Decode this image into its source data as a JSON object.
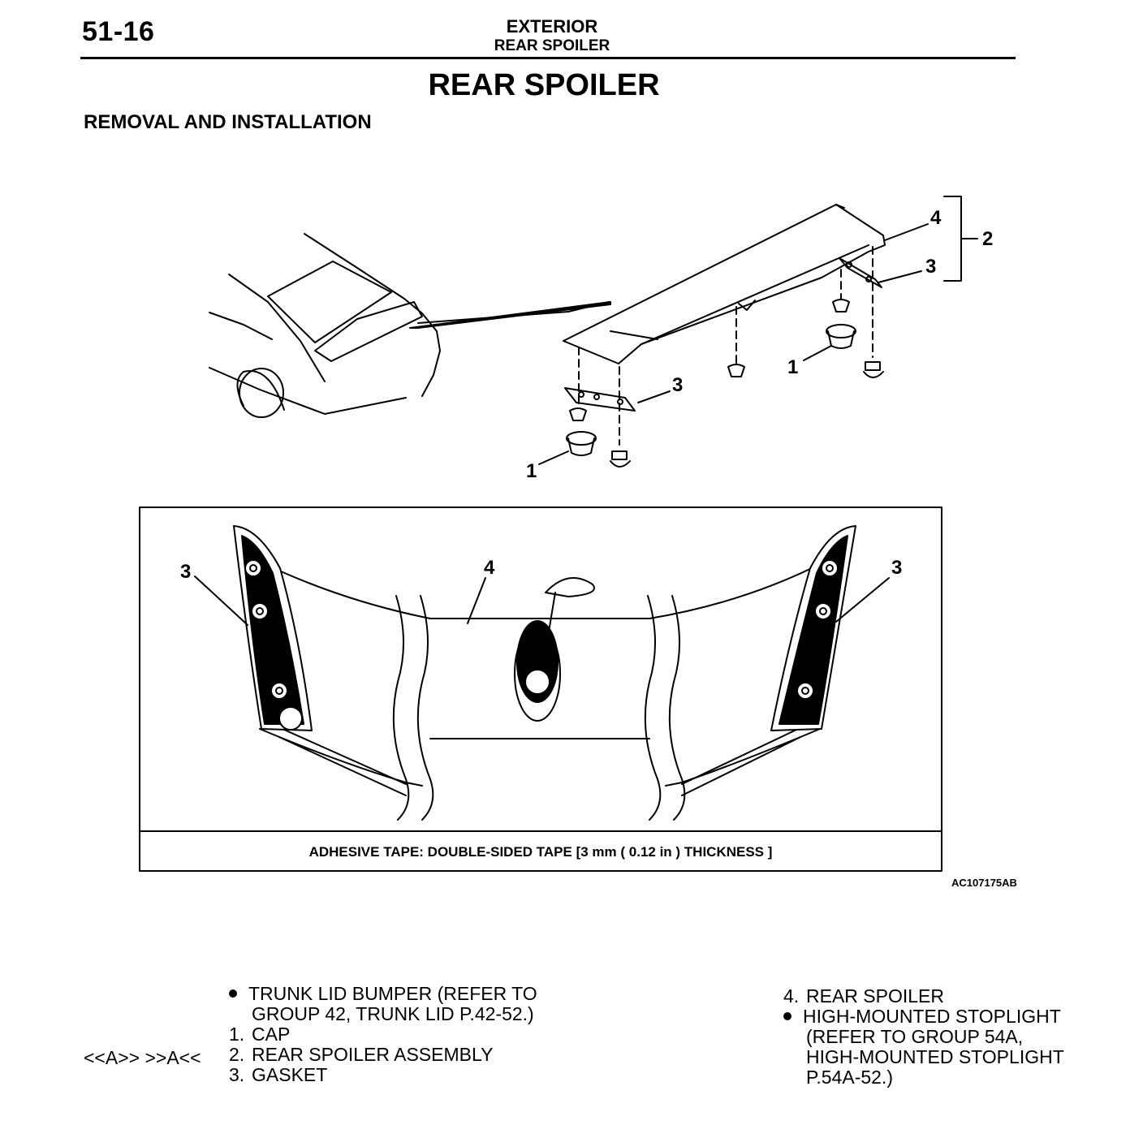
{
  "header": {
    "page_number": "51-16",
    "section": "EXTERIOR",
    "subsection": "REAR SPOILER"
  },
  "title": "REAR SPOILER",
  "subtitle": "REMOVAL AND INSTALLATION",
  "figure": {
    "callouts": {
      "c1": "1",
      "c2": "2",
      "c3": "3",
      "c4": "4"
    },
    "tape_note": "ADHESIVE TAPE: DOUBLE-SIDED TAPE [3 mm ( 0.12 in ) THICKNESS ]",
    "code": "AC107175AB"
  },
  "legend_left": {
    "bullet1_line1": "TRUNK LID BUMPER (REFER TO",
    "bullet1_line2": "GROUP 42, TRUNK LID P.42-52.)",
    "item1_num": "1.",
    "item1_text": "CAP",
    "item2_ref": "<<A>> >>A<<",
    "item2_num": "2.",
    "item2_text": "REAR SPOILER ASSEMBLY",
    "item3_num": "3.",
    "item3_text": "GASKET"
  },
  "legend_right": {
    "item4_num": "4.",
    "item4_text": "REAR SPOILER",
    "bullet2_line1": "HIGH-MOUNTED STOPLIGHT",
    "bullet2_line2": "(REFER TO GROUP 54A,",
    "bullet2_line3": "HIGH-MOUNTED STOPLIGHT",
    "bullet2_line4": "P.54A-52.)"
  }
}
